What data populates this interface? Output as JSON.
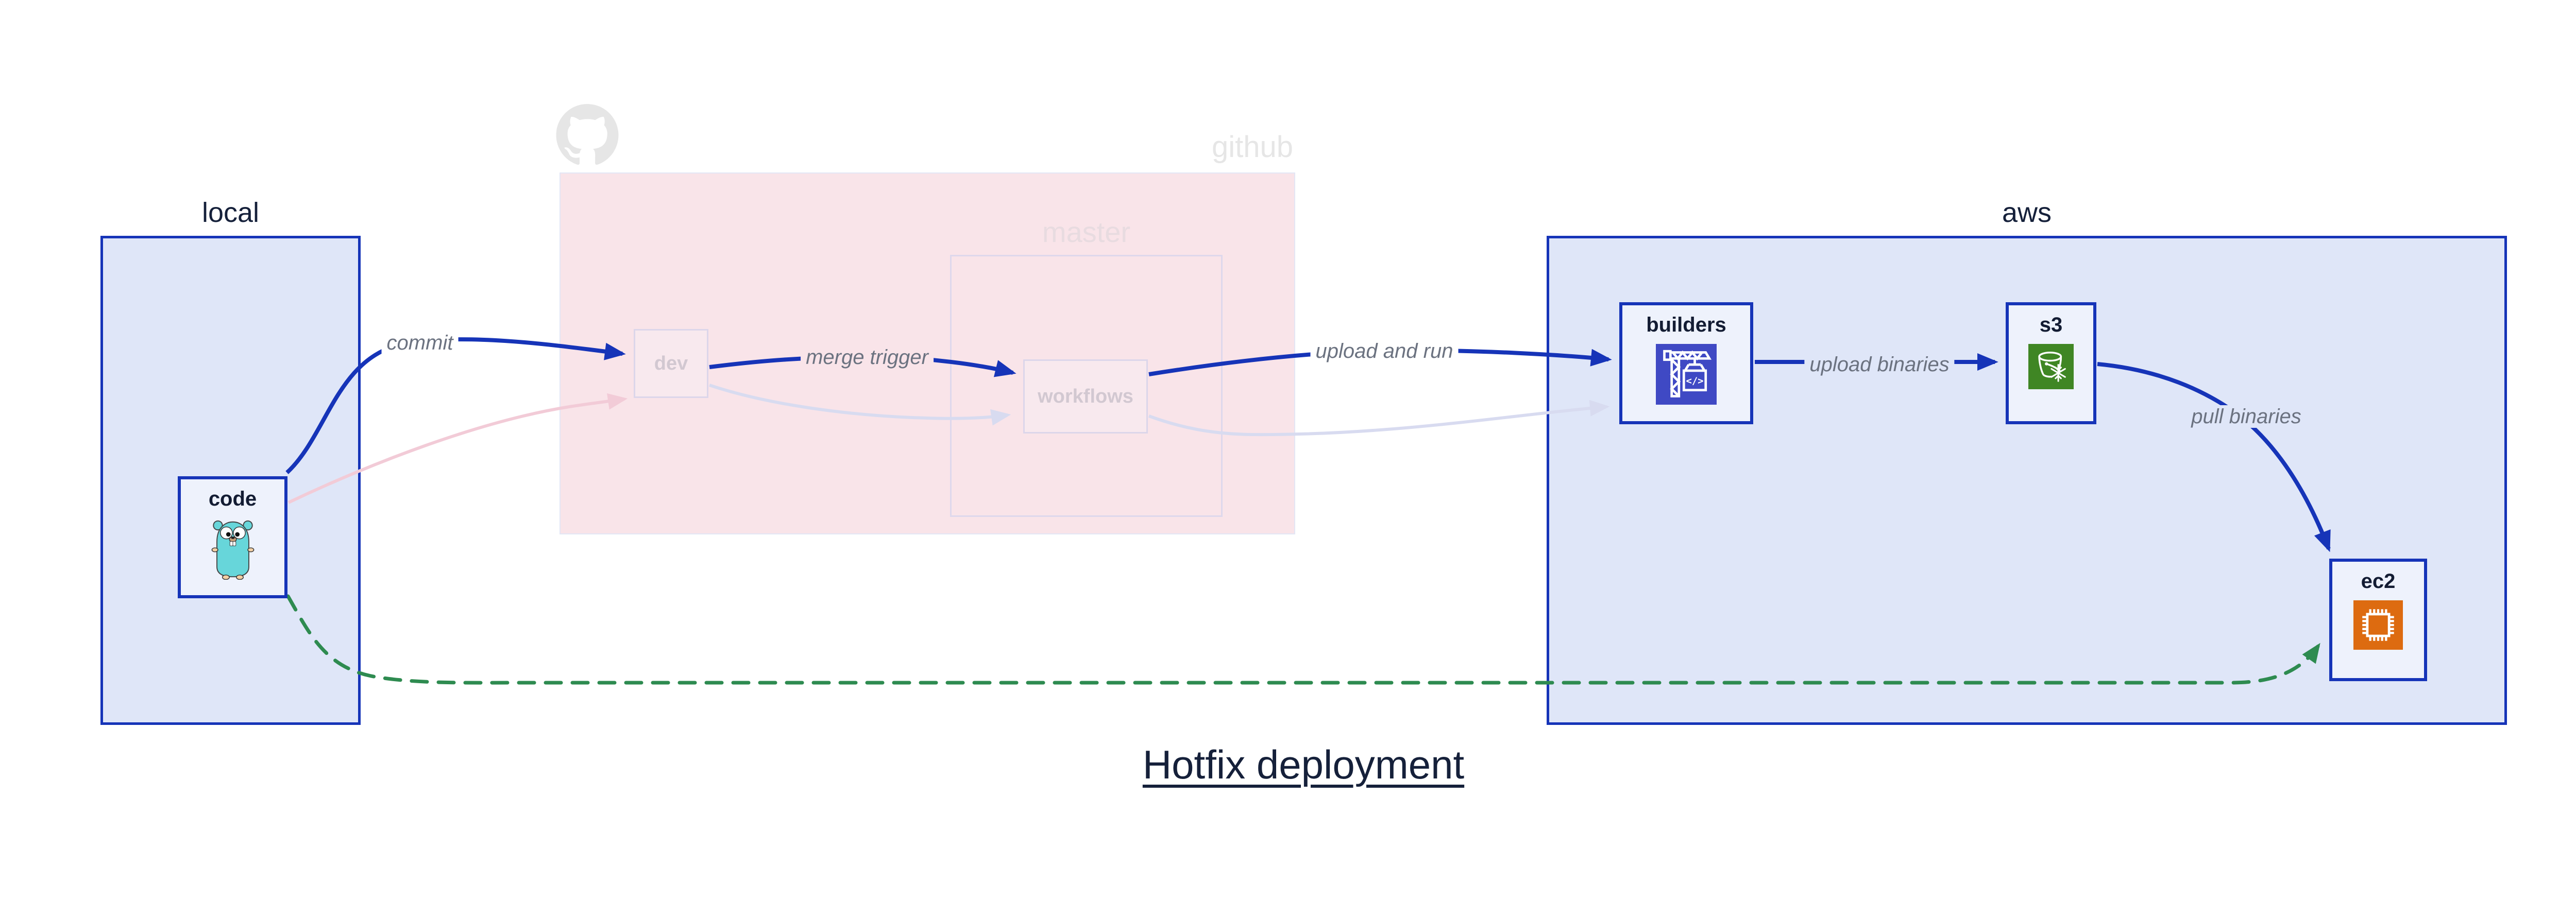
{
  "title": "Hotfix deployment",
  "groups": {
    "local": {
      "label": "local"
    },
    "github": {
      "label": "github",
      "master": {
        "label": "master"
      }
    },
    "aws": {
      "label": "aws"
    }
  },
  "nodes": {
    "code": {
      "label": "code",
      "icon": "go-gopher-icon"
    },
    "dev": {
      "label": "dev"
    },
    "workflows": {
      "label": "workflows"
    },
    "builders": {
      "label": "builders",
      "icon": "aws-codebuild-icon"
    },
    "s3": {
      "label": "s3",
      "icon": "aws-s3-glacier-icon"
    },
    "ec2": {
      "label": "ec2",
      "icon": "aws-ec2-icon"
    }
  },
  "edges": {
    "commit": {
      "label": "commit",
      "from": "code",
      "to": "dev",
      "style": "solid-blue"
    },
    "merge_trigger": {
      "label": "merge trigger",
      "from": "dev",
      "to": "workflows",
      "style": "solid-blue"
    },
    "upload_and_run": {
      "label": "upload and run",
      "from": "workflows",
      "to": "builders",
      "style": "solid-blue"
    },
    "upload_binaries": {
      "label": "upload binaries",
      "from": "builders",
      "to": "s3",
      "style": "solid-blue"
    },
    "pull_binaries": {
      "label": "pull binaries",
      "from": "s3",
      "to": "ec2",
      "style": "solid-blue"
    },
    "hotfix_direct": {
      "from": "code",
      "to": "ec2",
      "style": "dashed-green"
    },
    "faded_code_dev": {
      "from": "code",
      "to": "dev",
      "style": "faded-pink"
    },
    "faded_dev_workflows": {
      "from": "dev",
      "to": "workflows",
      "style": "faded-lavender"
    },
    "faded_workflows_builders": {
      "from": "workflows",
      "to": "builders",
      "style": "faded-lavender"
    }
  },
  "colors": {
    "accent_blue": "#1634b8",
    "group_fill": "#dfe6f8",
    "node_fill": "#eef2fc",
    "github_region_fill": "#f9e4e9",
    "faded_pink": "#f2cbd7",
    "faded_lavender": "#d8dbf0",
    "green_dashed": "#2e8b50",
    "codebuild_icon_bg": "#3f49c4",
    "s3_icon_bg": "#3f8624",
    "ec2_icon_bg": "#dd6b10",
    "edge_label_text": "#6b7280",
    "heading_text": "#15203a"
  }
}
